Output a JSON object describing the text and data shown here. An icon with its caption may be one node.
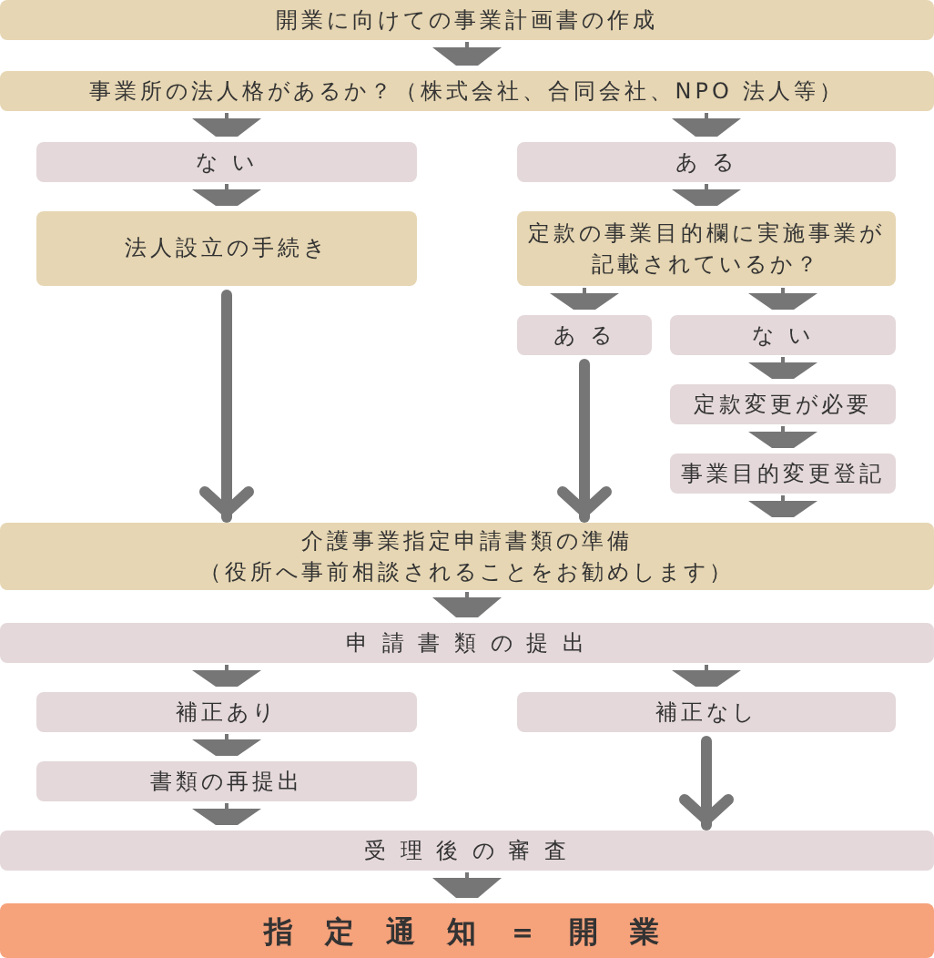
{
  "diagram": {
    "nodes": [
      {
        "text": [
          "開業に向けての事業計画書の作成"
        ]
      },
      {
        "text": [
          "事業所の法人格があるか？（株式会社、合同会社、NPO 法人等）"
        ]
      },
      {
        "text": [
          "な い"
        ]
      },
      {
        "text": [
          "あ る"
        ]
      },
      {
        "text": [
          "法人設立の手続き"
        ]
      },
      {
        "text": [
          "定款の事業目的欄に実施事業が記載されているか？"
        ]
      },
      {
        "text": [
          "あ る"
        ]
      },
      {
        "text": [
          "な い"
        ]
      },
      {
        "text": [
          "定款変更が必要"
        ]
      },
      {
        "text": [
          "事業目的変更登記"
        ]
      },
      {
        "text": [
          "介護事業指定申請書類の準備",
          "（役所へ事前相談されることをお勧めします）"
        ]
      },
      {
        "text": [
          "申 請 書 類 の 提 出"
        ]
      },
      {
        "text": [
          "補正あり"
        ]
      },
      {
        "text": [
          "補正なし"
        ]
      },
      {
        "text": [
          "書類の再提出"
        ]
      },
      {
        "text": [
          "受 理 後 の 審 査"
        ]
      },
      {
        "text": [
          "指 定 通 知 ＝ 開 業"
        ]
      }
    ],
    "edges": [
      {
        "from": 0,
        "to": 1,
        "arrow": "to"
      },
      {
        "from": 1,
        "to": 2,
        "arrow": "to"
      },
      {
        "from": 1,
        "to": 3,
        "arrow": "to"
      },
      {
        "from": 2,
        "to": 4,
        "arrow": "to"
      },
      {
        "from": 3,
        "to": 5,
        "arrow": "to"
      },
      {
        "from": 5,
        "to": 6,
        "arrow": "to"
      },
      {
        "from": 5,
        "to": 7,
        "arrow": "to"
      },
      {
        "from": 7,
        "to": 8,
        "arrow": "to"
      },
      {
        "from": 8,
        "to": 9,
        "arrow": "to"
      },
      {
        "from": 4,
        "to": 10,
        "arrow": "to",
        "style": "thick"
      },
      {
        "from": 6,
        "to": 10,
        "arrow": "to",
        "style": "thick"
      },
      {
        "from": 9,
        "to": 10,
        "arrow": "to"
      },
      {
        "from": 10,
        "to": 11,
        "arrow": "to"
      },
      {
        "from": 11,
        "to": 12,
        "arrow": "to"
      },
      {
        "from": 11,
        "to": 13,
        "arrow": "to"
      },
      {
        "from": 12,
        "to": 14,
        "arrow": "to"
      },
      {
        "from": 13,
        "to": 15,
        "arrow": "to",
        "style": "thick"
      },
      {
        "from": 14,
        "to": 15,
        "arrow": "to"
      },
      {
        "from": 15,
        "to": 16,
        "arrow": "to"
      }
    ]
  }
}
